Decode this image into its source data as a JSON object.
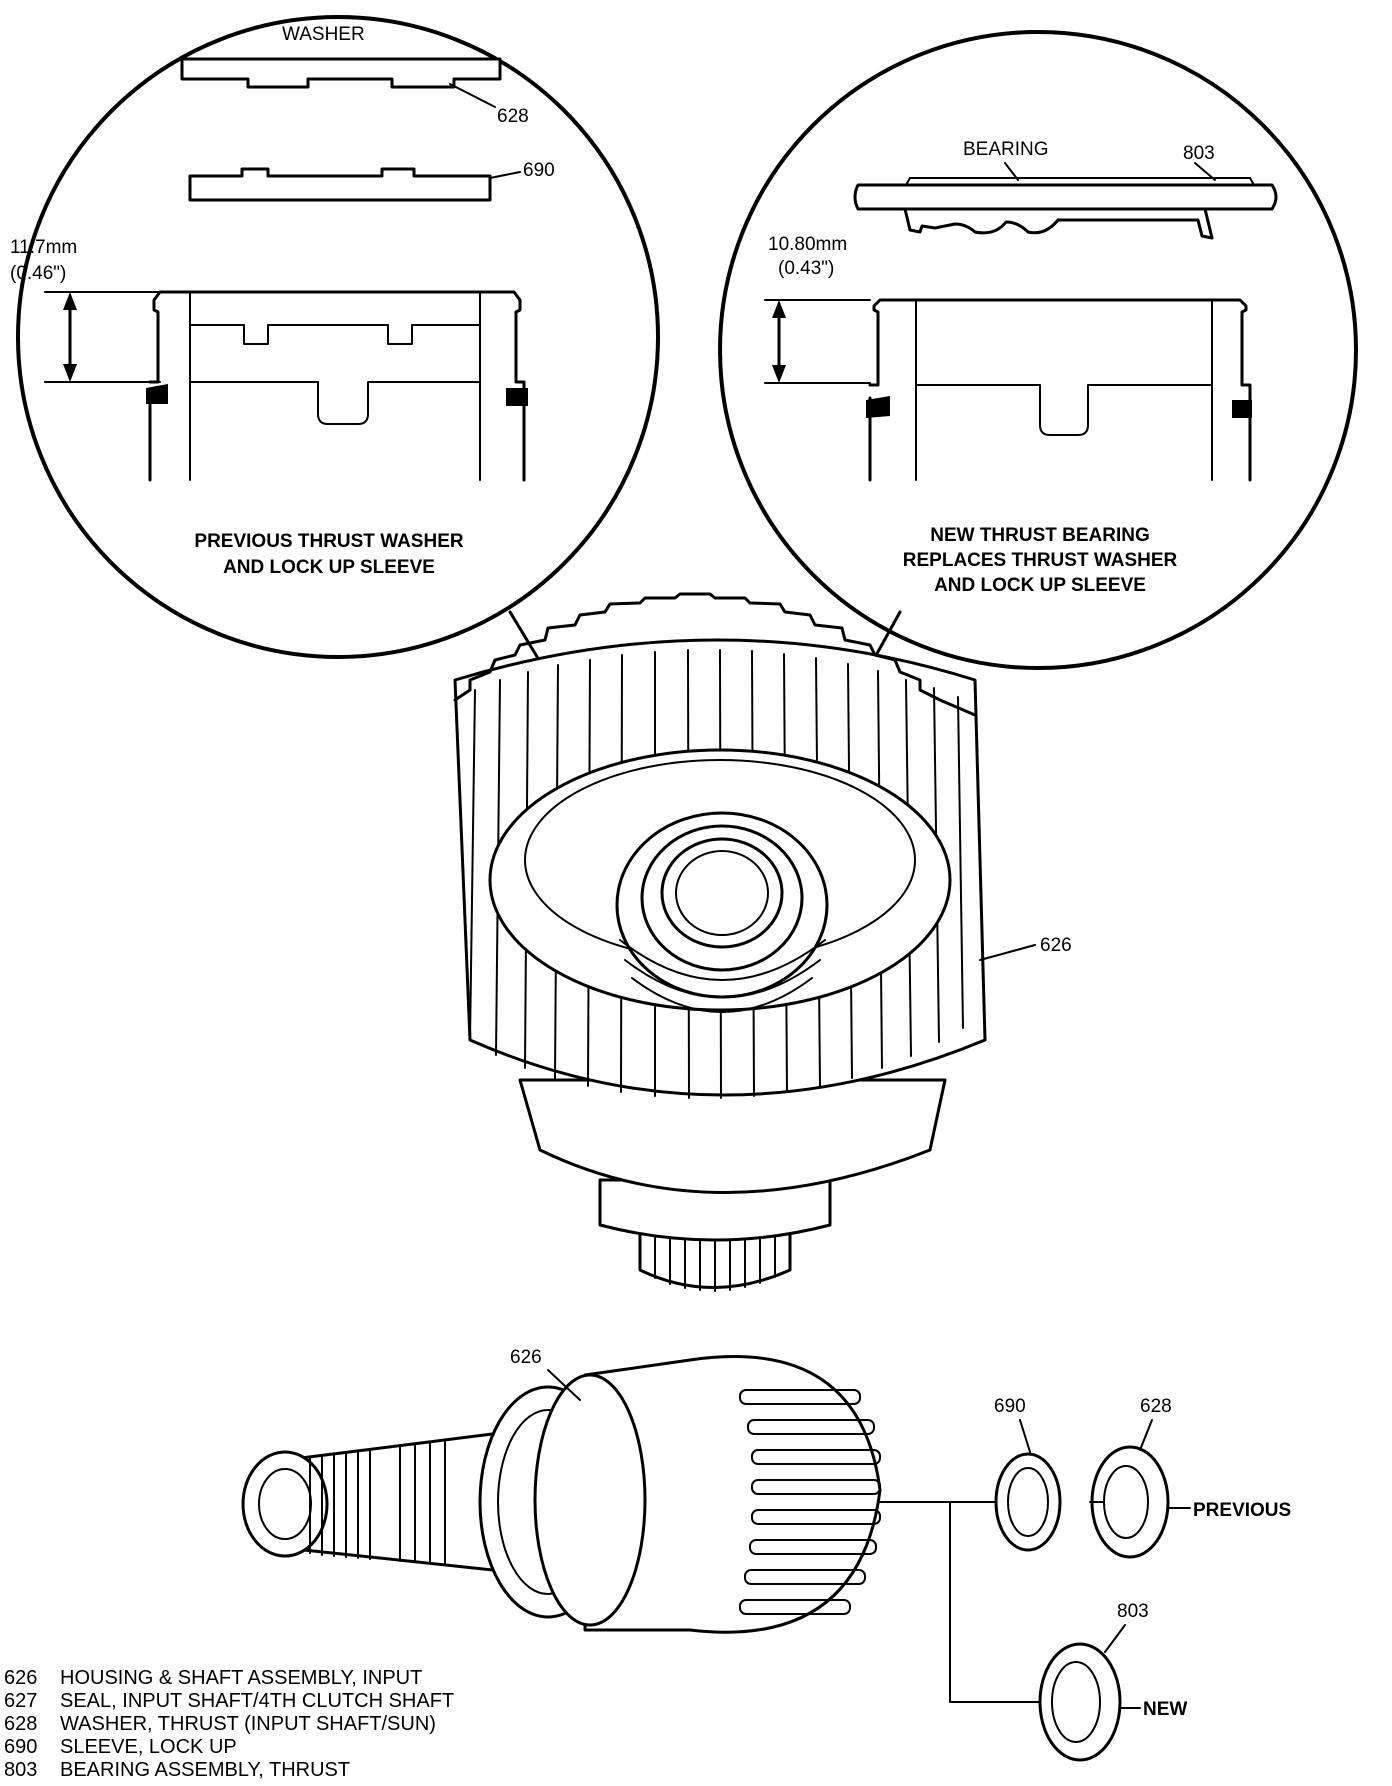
{
  "left_detail": {
    "washer_label": "WASHER",
    "part_628": "628",
    "part_690": "690",
    "dim_mm": "11.7mm",
    "dim_in": "(0.46\")",
    "caption_line1": "PREVIOUS THRUST WASHER",
    "caption_line2": "AND LOCK UP SLEEVE"
  },
  "right_detail": {
    "bearing_label": "BEARING",
    "part_803": "803",
    "dim_mm": "10.80mm",
    "dim_in": "(0.43\")",
    "caption_line1": "NEW THRUST BEARING",
    "caption_line2": "REPLACES THRUST WASHER",
    "caption_line3": "AND LOCK UP SLEEVE"
  },
  "housing_view": {
    "part_626": "626"
  },
  "exploded_view": {
    "part_626": "626",
    "part_690": "690",
    "part_628": "628",
    "part_803": "803",
    "previous_label": "PREVIOUS",
    "new_label": "NEW"
  },
  "legend": [
    {
      "num": "626",
      "desc": "HOUSING & SHAFT ASSEMBLY, INPUT"
    },
    {
      "num": "627",
      "desc": "SEAL, INPUT SHAFT/4TH CLUTCH SHAFT"
    },
    {
      "num": "628",
      "desc": "WASHER, THRUST (INPUT SHAFT/SUN)"
    },
    {
      "num": "690",
      "desc": "SLEEVE, LOCK UP"
    },
    {
      "num": "803",
      "desc": "BEARING ASSEMBLY, THRUST"
    }
  ]
}
